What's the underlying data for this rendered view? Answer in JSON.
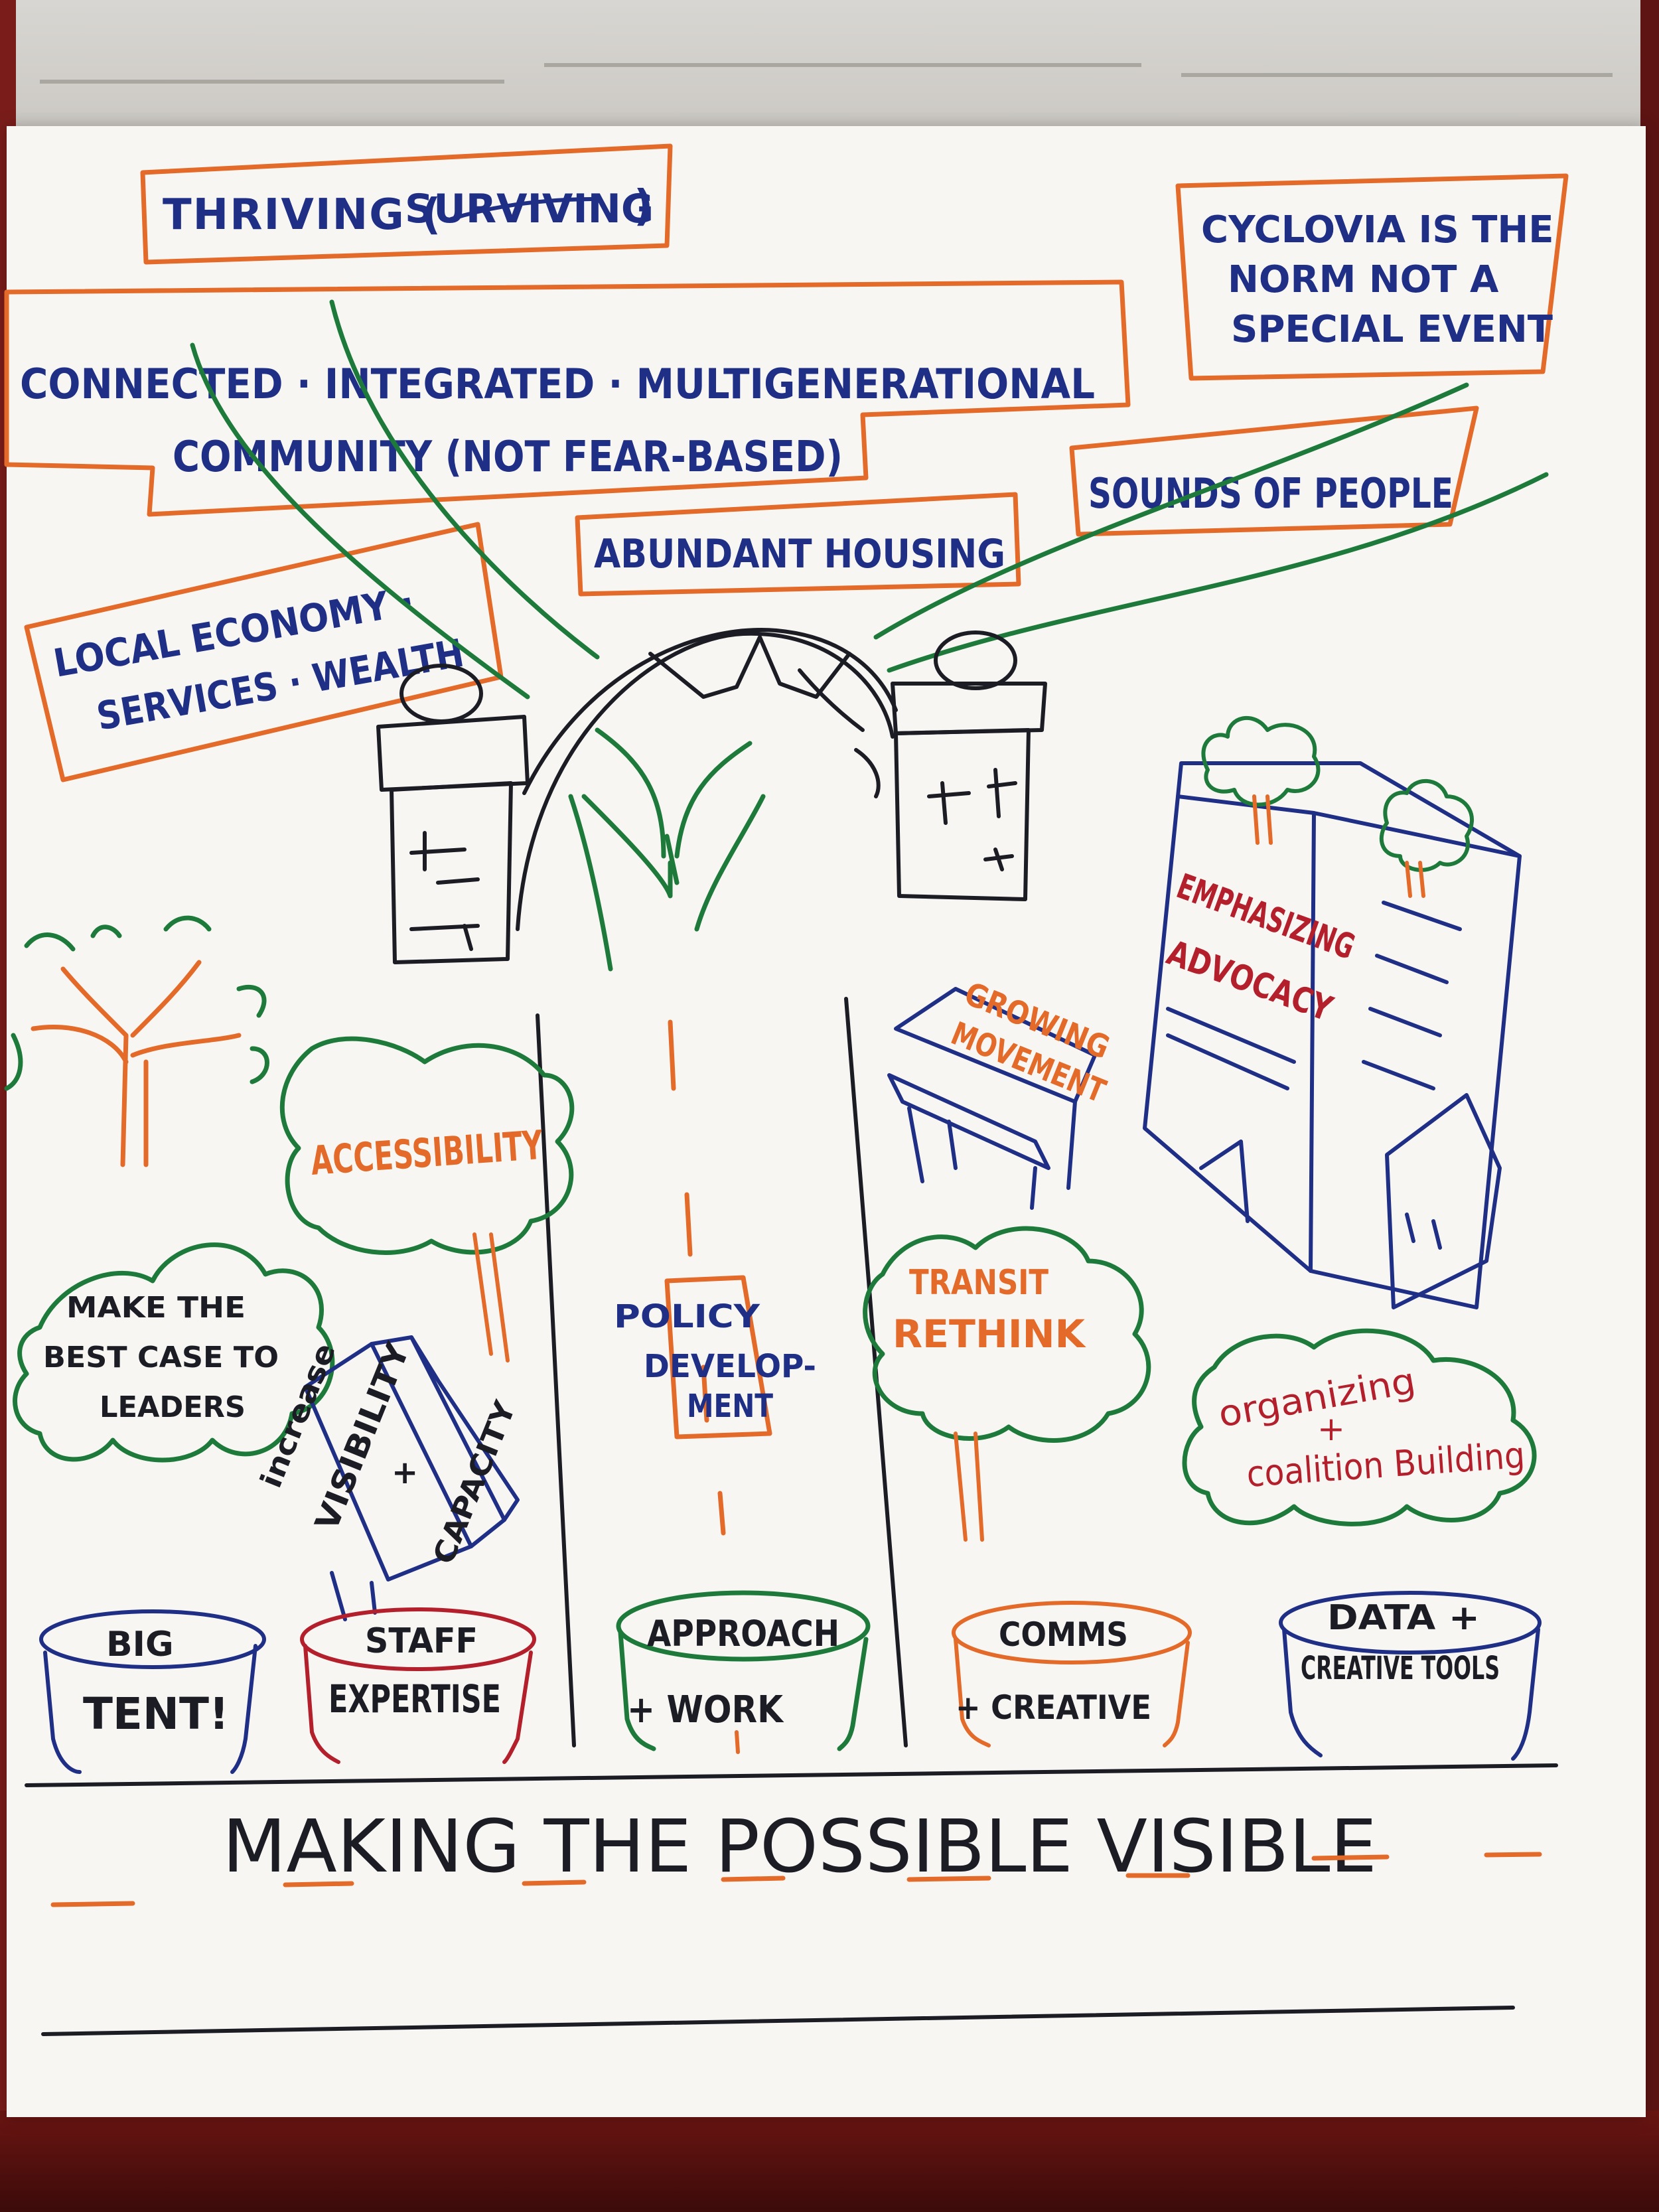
{
  "board": {
    "title": "MAKING THE POSSIBLE VISIBLE",
    "vision": {
      "thriving_word": "THRIVING (",
      "struck_word": "SURVIVING",
      "thriving_close": ")",
      "cyclovia_line1": "CYCLOVIA IS THE",
      "cyclovia_line2": "NORM NOT A",
      "cyclovia_line3": "SPECIAL EVENT",
      "connected_line": "CONNECTED · INTEGRATED · MULTIGENERATIONAL",
      "community_line": "COMMUNITY (NOT FEAR-BASED)",
      "sounds": "SOUNDS OF PEOPLE",
      "housing": "ABUNDANT HOUSING",
      "economy_line1": "LOCAL ECONOMY ·",
      "economy_line2": "SERVICES · WEALTH"
    },
    "path": {
      "emphasizing_line1": "EMPHASIZING",
      "emphasizing_line2": "ADVOCACY",
      "growing_line1": "GROWING",
      "growing_line2": "MOVEMENT",
      "accessibility": "ACCESSIBILITY",
      "make_line1": "MAKE THE",
      "make_line2": "BEST CASE TO",
      "make_line3": "LEADERS",
      "policy_line1": "POLICY",
      "policy_line2": "DEVELOP-",
      "policy_line3": "MENT",
      "transit_line1": "TRANSIT",
      "transit_line2": "RETHINK",
      "organizing_line1": "organizing",
      "organizing_line2": "+",
      "organizing_line3": "coalition Building",
      "increase_word": "increase",
      "visibility_word": "VISIBILITY",
      "plus_word": "+",
      "capacity_word": "CAPACITY"
    },
    "foundations": [
      {
        "top": "BIG",
        "bottom": "TENT!"
      },
      {
        "top": "STAFF",
        "bottom": "EXPERTISE"
      },
      {
        "top": "APPROACH",
        "bottom": "+ WORK"
      },
      {
        "top": "COMMS",
        "bottom": "+ CREATIVE"
      },
      {
        "top": "DATA +",
        "bottom": "CREATIVE TOOLS"
      }
    ]
  },
  "colors": {
    "navy": "#1f2f86",
    "orange": "#e36a28",
    "green": "#1d7a3a",
    "red": "#b41f2c",
    "black": "#1c1c24",
    "paper": "#f7f6f3"
  }
}
